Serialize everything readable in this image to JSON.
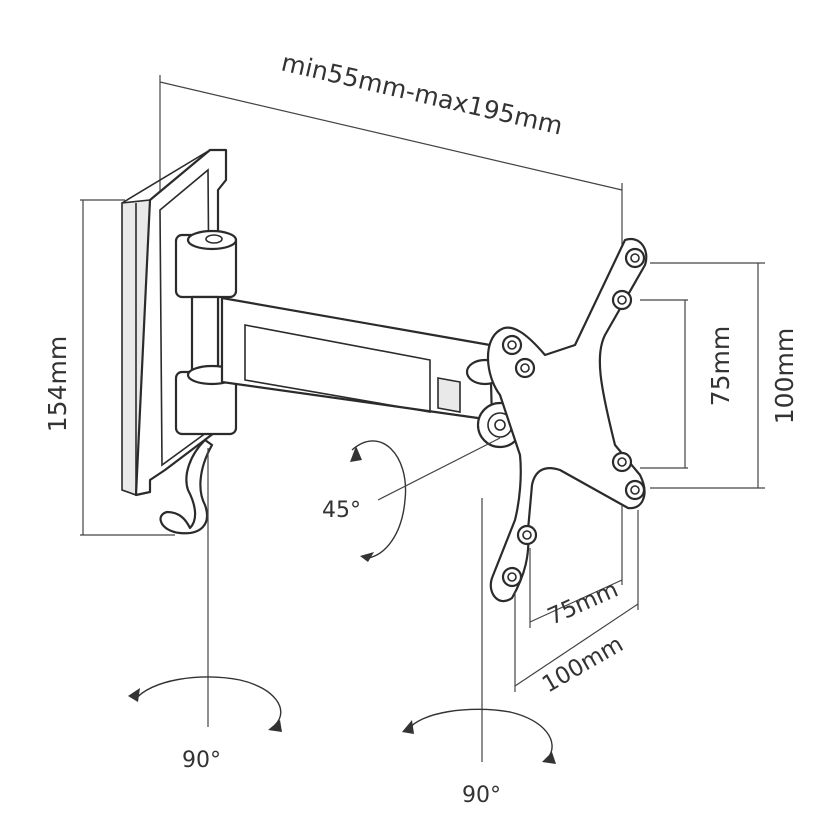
{
  "dimensions": {
    "arm_extension": "min55mm-max195mm",
    "wall_plate_height": "154mm",
    "vesa_vertical_inner": "75mm",
    "vesa_vertical_outer": "100mm",
    "vesa_horizontal_inner": "75mm",
    "vesa_horizontal_outer": "100mm"
  },
  "rotations": {
    "tilt": "45°",
    "wall_swivel": "90°",
    "head_swivel": "90°"
  },
  "colors": {
    "line": "#2b2b2b",
    "text": "#333333",
    "background": "#ffffff"
  }
}
